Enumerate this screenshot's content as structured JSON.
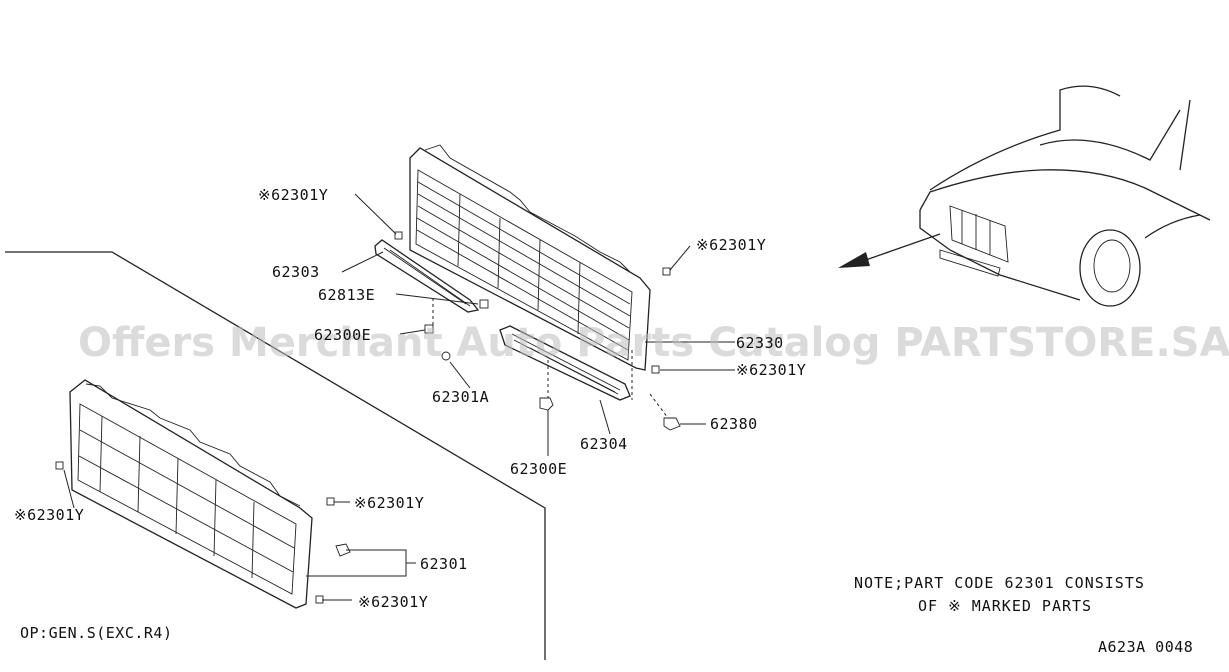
{
  "labels": {
    "l_62301Y_a": "※62301Y",
    "l_62303": "62303",
    "l_62813E": "62813E",
    "l_62300E_a": "62300E",
    "l_62301A": "62301A",
    "l_62301Y_b": "※62301Y",
    "l_62330": "62330",
    "l_62301Y_c": "※62301Y",
    "l_62380": "62380",
    "l_62304": "62304",
    "l_62300E_b": "62300E",
    "l_62301Y_d": "※62301Y",
    "l_62301Y_e": "※62301Y",
    "l_62301": "62301",
    "l_62301Y_f": "※62301Y"
  },
  "variant_label": "OP:GEN.S(EXC.R4)",
  "note": {
    "line1": "NOTE;PART CODE 62301 CONSISTS",
    "line2": "OF ※ MARKED PARTS"
  },
  "diagram_code": "A623A 0048",
  "watermark": "Offers Merchant Auto Parts Catalog PARTSTORE.SA"
}
